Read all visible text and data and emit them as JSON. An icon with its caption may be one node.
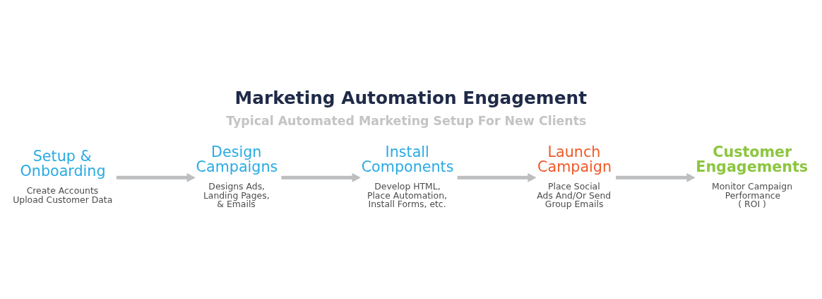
{
  "diagram": {
    "title": "Marketing Automation Engagement",
    "nodes": [
      {
        "text": [
          "Setup & Onboarding",
          "Create Accounts Upload Customer Data"
        ]
      },
      {
        "text": [
          "Design Campaigns",
          "Designs Ads, Landing Pages, & Emails"
        ]
      },
      {
        "text": [
          "Install Components",
          "Develop HTML, Place Automation, Install Forms, etc."
        ]
      },
      {
        "text": [
          "Launch Campaign",
          "Place Social Ads And/Or Send Group Emails"
        ]
      },
      {
        "text": [
          "Customer Engagements",
          "Monitor Campaign Performance ( ROI )"
        ]
      }
    ],
    "edges": [
      {
        "from": 0,
        "to": 1,
        "arrow": "to"
      },
      {
        "from": 1,
        "to": 2,
        "arrow": "to"
      },
      {
        "from": 2,
        "to": 3,
        "arrow": "to"
      },
      {
        "from": 3,
        "to": 4,
        "arrow": "to"
      }
    ],
    "labels": [
      "Typical Automated Marketing Setup For New Clients"
    ]
  }
}
